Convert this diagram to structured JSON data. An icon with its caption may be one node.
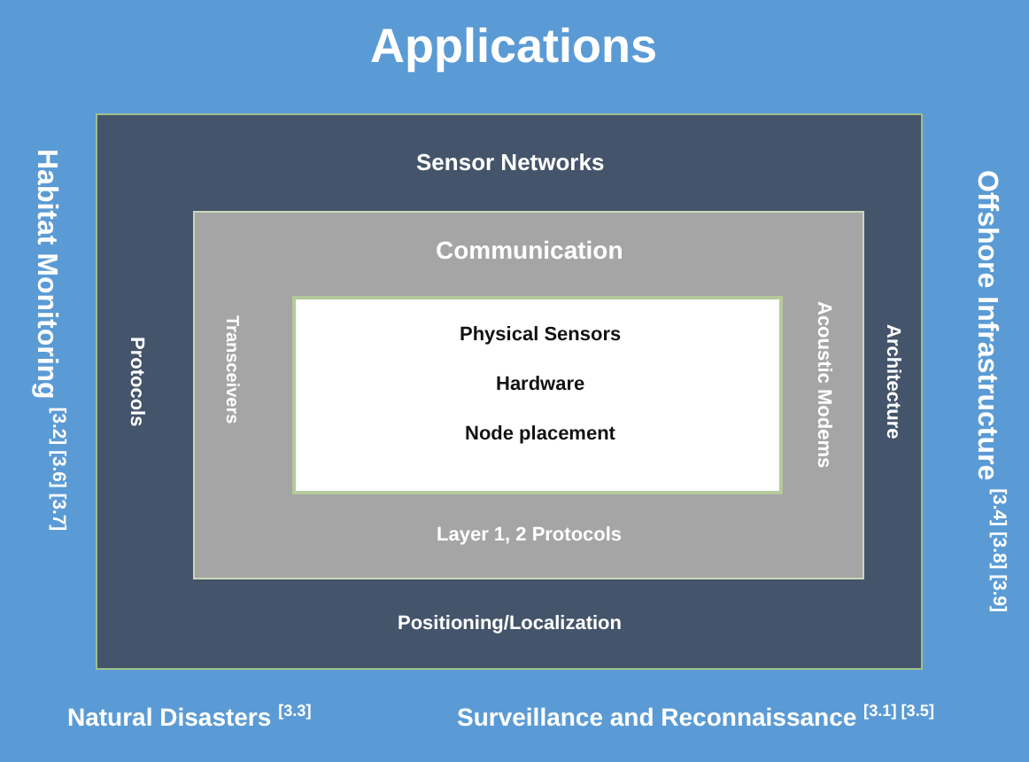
{
  "diagram": {
    "nodes": [
      {
        "text": [
          "Applications",
          "Habitat Monitoring $^{[3.2] [3.6] [3.7]}$",
          "Offshore Infrastructure $^{[3.4] [3.8] [3.9]}$",
          "Natural Disasters $^{[3.3]}$",
          "Surveillance and Reconnaissance $^{[3.1] [3.5]}$"
        ]
      },
      {
        "text": [
          "Sensor Networks",
          "Protocols",
          "Architecture",
          "Positioning/Localization"
        ],
        "in": 0
      },
      {
        "text": [
          "Communication",
          "Transceivers",
          "Acoustic Modems",
          "Layer 1, 2 Protocols"
        ],
        "in": 1
      },
      {
        "text": [
          "Physical Sensors",
          "Hardware",
          "Node placement"
        ],
        "in": 2
      }
    ],
    "edges": []
  }
}
